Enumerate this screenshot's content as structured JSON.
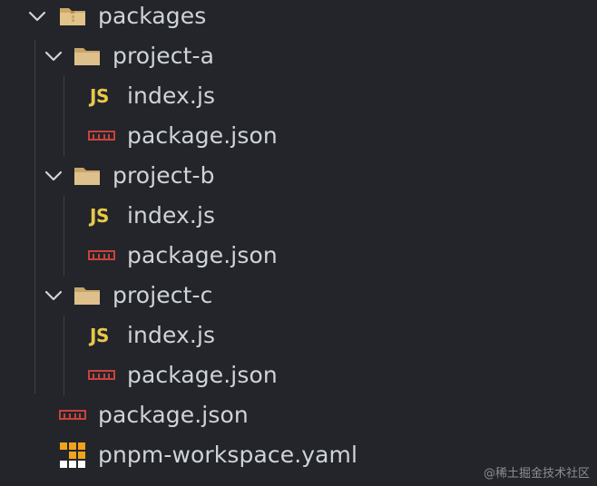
{
  "tree": {
    "root_folder": "packages",
    "projects": [
      {
        "name": "project-a",
        "files": [
          "index.js",
          "package.json"
        ]
      },
      {
        "name": "project-b",
        "files": [
          "index.js",
          "package.json"
        ]
      },
      {
        "name": "project-c",
        "files": [
          "index.js",
          "package.json"
        ]
      }
    ],
    "root_files": [
      "package.json",
      "pnpm-workspace.yaml"
    ]
  },
  "icons": {
    "folder": "folder-icon",
    "js": "javascript-file-icon",
    "npm": "npm-package-icon",
    "pnpm": "pnpm-icon",
    "js_text": "JS"
  },
  "colors": {
    "background": "#23252a",
    "text": "#cfd3da",
    "js": "#e8c84a",
    "npm": "#c8423c",
    "folder": "#d8b878",
    "pnpm": "#f1a31b"
  },
  "watermark": "@稀土掘金技术社区"
}
